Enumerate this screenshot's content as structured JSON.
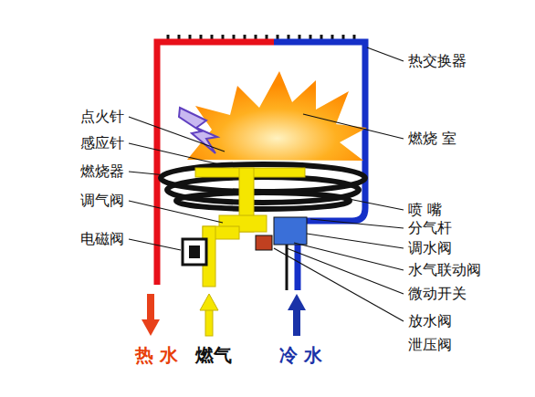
{
  "diagram": {
    "labels": [
      "点火针",
      "感应针",
      "燃烧器",
      "调气阀",
      "电磁阀",
      "热交换器",
      "燃烧 室",
      "喷 嘴",
      "分气杆",
      "调水阀",
      "水气联动阀",
      "微动开关",
      "放水阀",
      "泄压阀",
      "热 水",
      "燃气",
      "冷 水"
    ]
  }
}
